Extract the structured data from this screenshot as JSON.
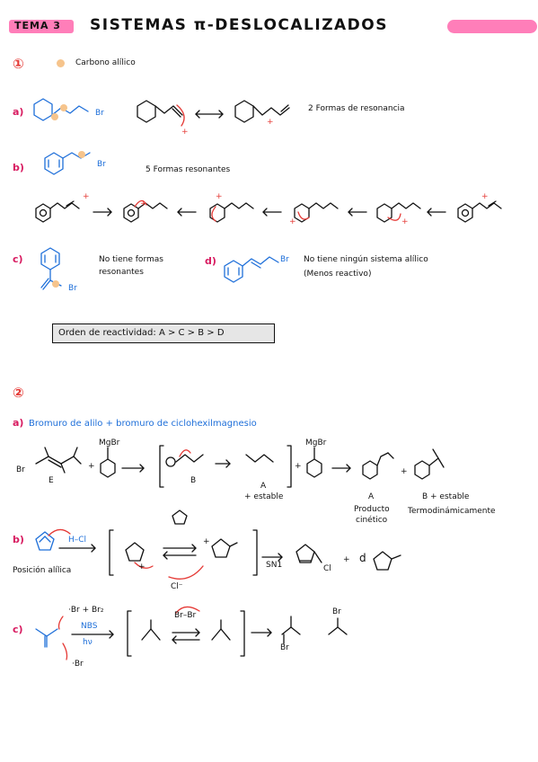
{
  "header": {
    "tema": "TEMA 3",
    "title": "SISTEMAS π-DESLOCALIZADOS"
  },
  "colors": {
    "accent_pink": "#ff7eb9",
    "circle_red": "#e53935",
    "blue_ink": "#1e6fd9",
    "highlight_orange": "#f6c48c"
  },
  "section1": {
    "number": "①",
    "legend": "Carbono alílico",
    "a_label": "a)",
    "a_br": "Br",
    "a_resonance": "2 Formas de resonancia",
    "b_label": "b)",
    "b_br": "Br",
    "b_resonance": "5 Formas resonantes",
    "c_label": "c)",
    "c_br": "Br",
    "c_text_1": "No tiene formas",
    "c_text_2": "resonantes",
    "d_label": "d)",
    "d_br": "Br",
    "d_text_1": "No tiene ningún sistema alílico",
    "d_text_2": "(Menos reactivo)",
    "order": "Orden de reactividad:  A > C > B > D"
  },
  "section2": {
    "number": "②",
    "a_label": "a)",
    "a_title": "Bromuro de alilo + bromuro de ciclohexilmagnesio",
    "a_mgbr": "MgBr",
    "a_br_left": "Br",
    "a_e": "E",
    "a_b": "B",
    "a_A": "A",
    "a_A_note": "+ estable",
    "a_mgbr2": "MgBr",
    "a_prod_A": "A",
    "a_prod_A_note_1": "Producto",
    "a_prod_A_note_2": "cinético",
    "a_prod_B": "B + estable",
    "a_prod_B_note": "Termodinámicamente",
    "b_label": "b)",
    "b_hcl": "H–Cl",
    "b_pos": "Posición alílica",
    "b_sn1": "SN1",
    "b_cl_minus": "Cl⁻",
    "b_cl": "Cl",
    "b_d": "d",
    "c_label": "c)",
    "c_br_br2": "·Br + Br₂",
    "c_nbs": "NBS",
    "c_hv": "hν",
    "c_br_dot": "·Br",
    "c_brbr": "Br–Br",
    "c_br_prod1": "Br",
    "c_br_prod2": "Br"
  }
}
